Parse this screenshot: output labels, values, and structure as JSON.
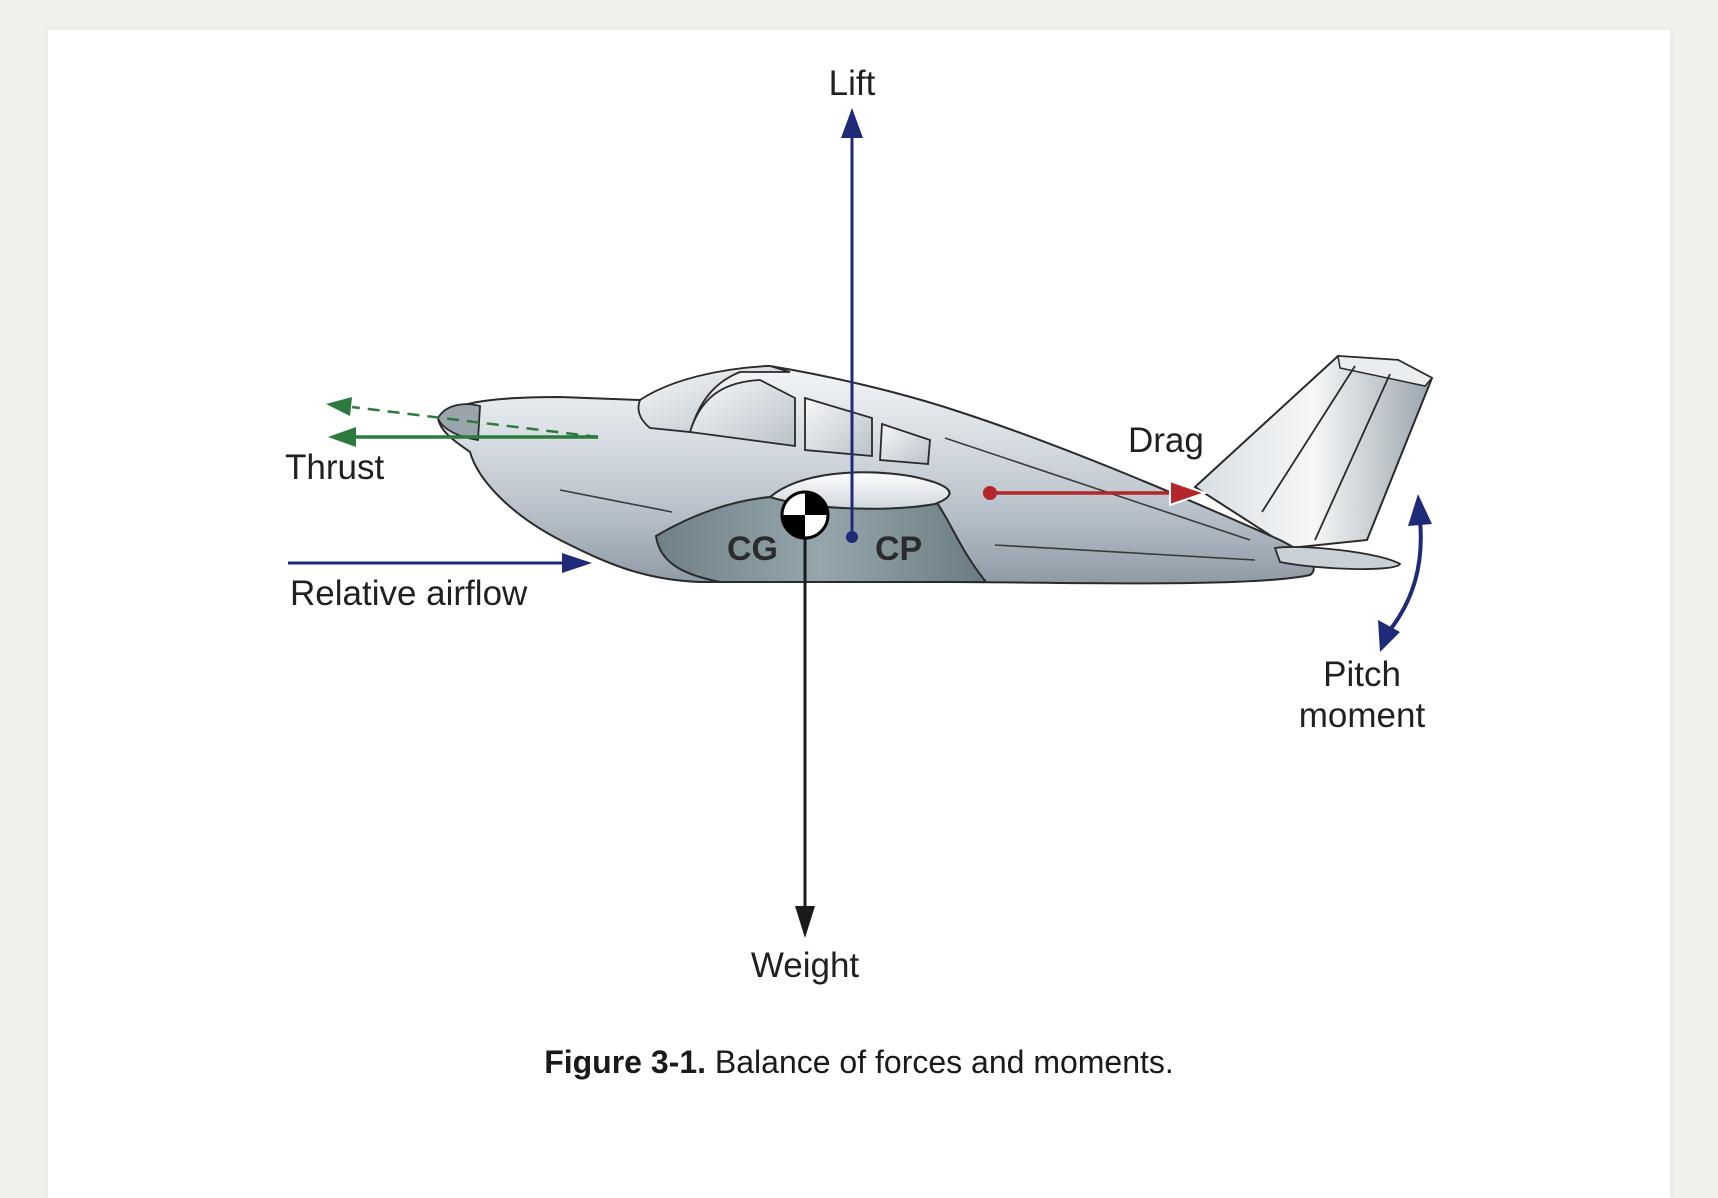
{
  "labels": {
    "lift": "Lift",
    "thrust": "Thrust",
    "drag": "Drag",
    "relative_airflow": "Relative airflow",
    "cg": "CG",
    "cp": "CP",
    "pitch_line1": "Pitch",
    "pitch_line2": "moment",
    "weight": "Weight"
  },
  "caption": {
    "number": "Figure 3-1.",
    "text": " Balance of forces and moments."
  },
  "colors": {
    "lift_arrow": "#1f2a78",
    "thrust_arrow": "#2c7a3e",
    "drag_arrow": "#b3262b",
    "weight_arrow": "#1a1a1a",
    "airflow_arrow": "#1f2a78",
    "pitch_arrow": "#1f2a78"
  }
}
